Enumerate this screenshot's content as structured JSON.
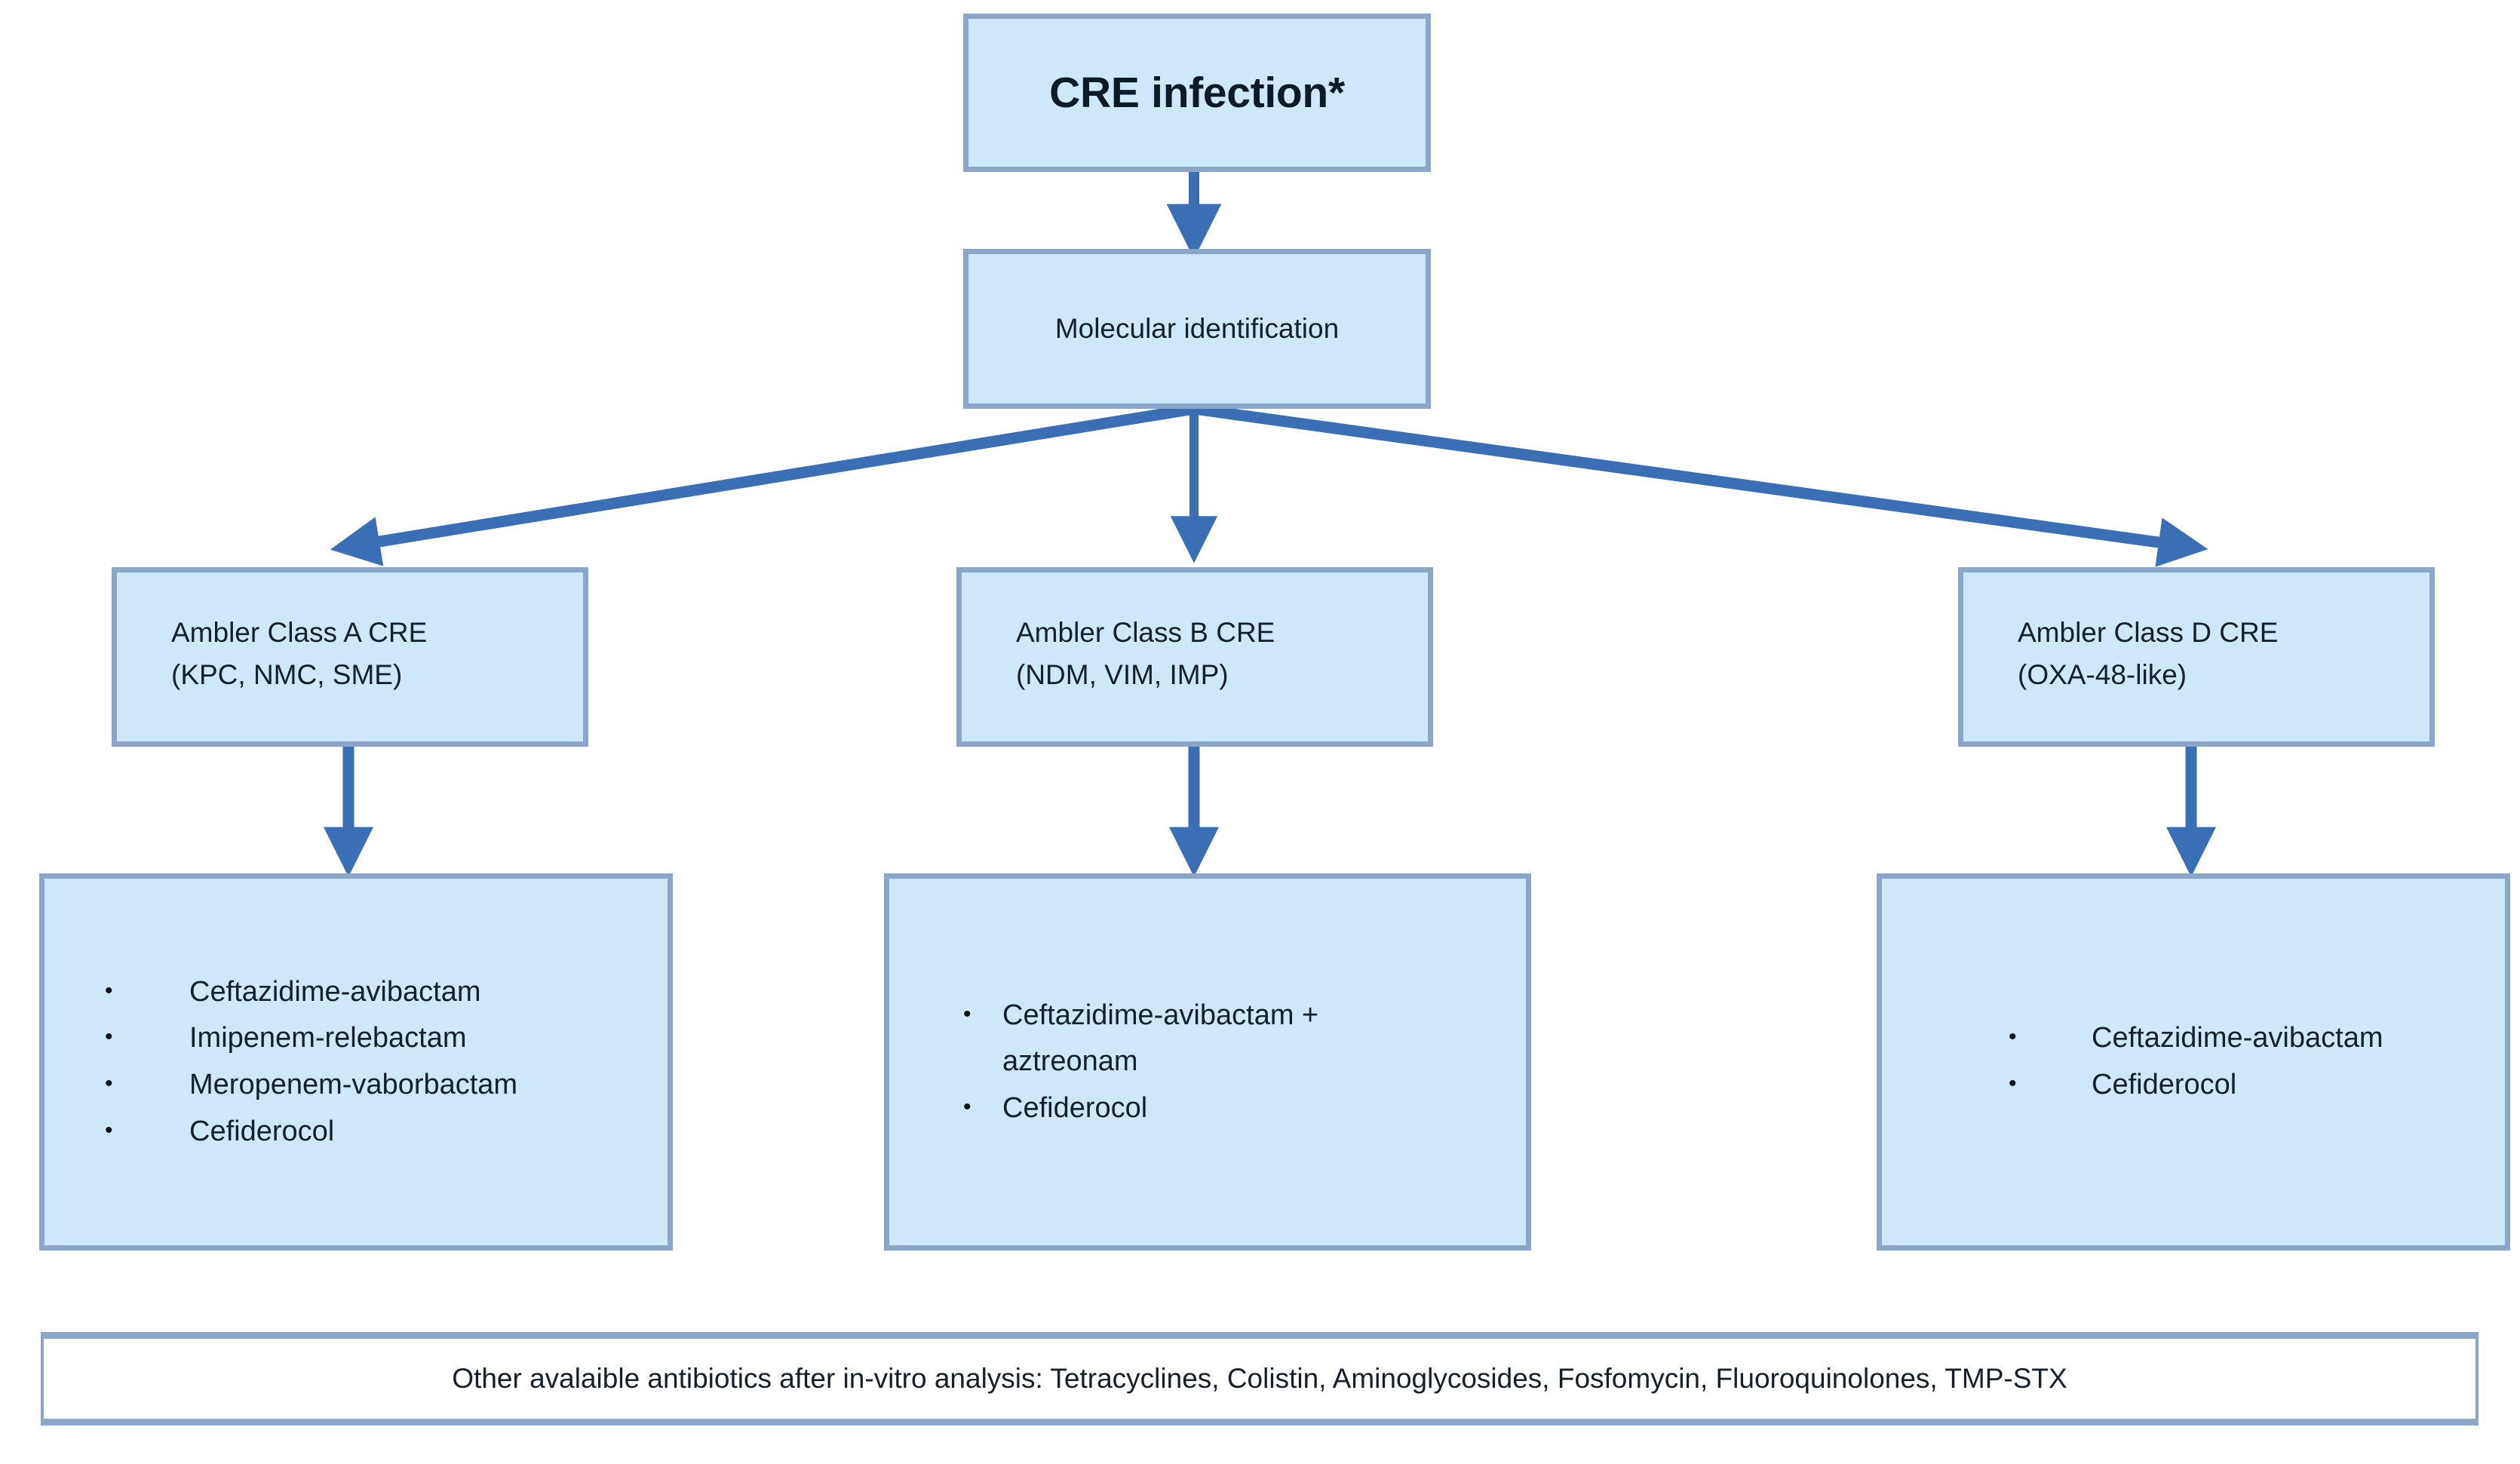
{
  "diagram": {
    "title_node": {
      "label": "CRE infection*"
    },
    "step_node": {
      "label": "Molecular identification"
    },
    "class_nodes": [
      {
        "line1": "Ambler Class A CRE",
        "line2": "(KPC, NMC, SME)"
      },
      {
        "line1": "Ambler Class B CRE",
        "line2": "(NDM, VIM, IMP)"
      },
      {
        "line1": "Ambler Class D CRE",
        "line2": "(OXA-48-like)"
      }
    ],
    "treatment_nodes": [
      {
        "bullet_glyph": "•",
        "items": [
          "Ceftazidime-avibactam",
          "Imipenem-relebactam",
          "Meropenem-vaborbactam",
          "Cefiderocol"
        ]
      },
      {
        "bullet_glyph": "•",
        "items": [
          "Ceftazidime-avibactam + aztreonam",
          "Cefiderocol"
        ]
      },
      {
        "bullet_glyph": "•",
        "items": [
          "Ceftazidime-avibactam",
          "Cefiderocol"
        ]
      }
    ],
    "footer": {
      "text": "Other avalaible antibiotics after in-vitro analysis: Tetracyclines, Colistin, Aminoglycosides, Fosfomycin, Fluoroquinolones,  TMP-STX"
    },
    "colors": {
      "node_fill": "#cfe8f9",
      "node_border": "#8ba6c9",
      "arrow": "#3a6eb5",
      "footer_fill": "#ffffff",
      "text": "#15202a",
      "background": "#ffffff"
    }
  }
}
